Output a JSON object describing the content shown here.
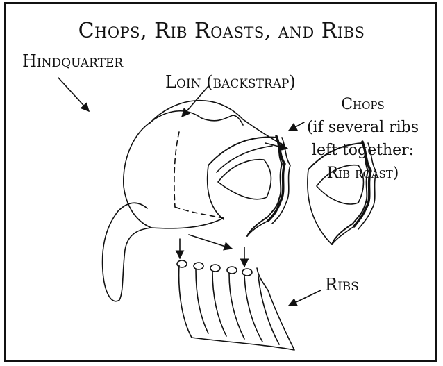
{
  "title": "Chops, Rib Roasts, and Ribs",
  "labels": {
    "hindquarter": "Hindquarter",
    "loin": "Loin (backstrap)",
    "chops": "Chops",
    "chops_note_1": "(if several ribs",
    "chops_note_2": "left together:",
    "rib_roast": "Rib roast)",
    "ribs": "Ribs"
  },
  "colors": {
    "ink": "#111111",
    "background": "#ffffff"
  }
}
